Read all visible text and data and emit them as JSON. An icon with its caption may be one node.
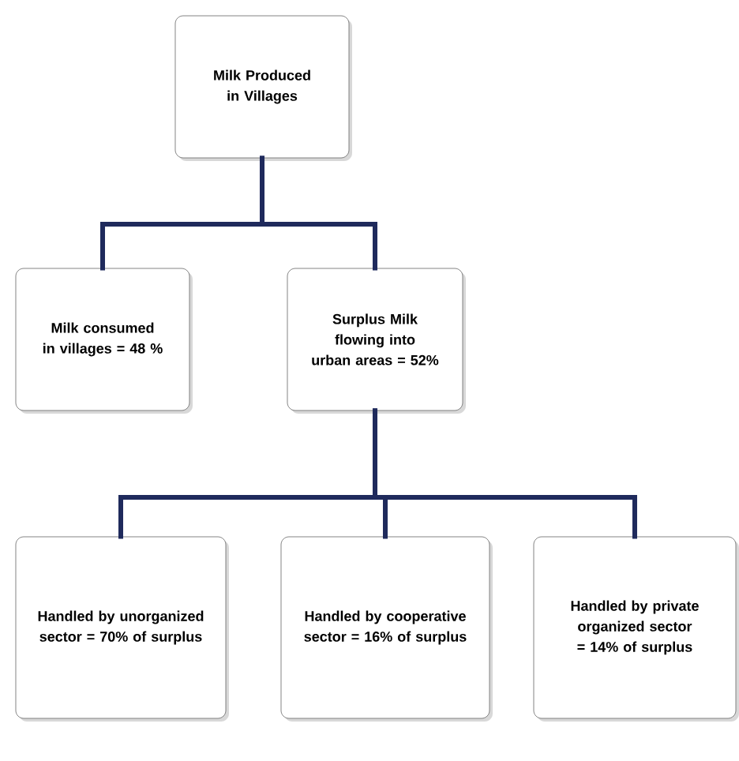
{
  "diagram": {
    "nodes": [
      {
        "text": [
          "Milk Produced in Villages"
        ]
      },
      {
        "text": [
          "Milk consumed in villages = 48 %"
        ]
      },
      {
        "text": [
          "Surplus Milk flowing into urban areas = 52%"
        ]
      },
      {
        "text": [
          "Handled by unorganized sector = 70% of surplus"
        ]
      },
      {
        "text": [
          "Handled by cooperative sector = 16% of surplus"
        ]
      },
      {
        "text": [
          "Handled by private organized sector = 14% of surplus"
        ]
      }
    ],
    "edges": [
      {
        "from": 0,
        "to": 1,
        "arrow": "none"
      },
      {
        "from": 0,
        "to": 2,
        "arrow": "none"
      },
      {
        "from": 2,
        "to": 3,
        "arrow": "none"
      },
      {
        "from": 2,
        "to": 4,
        "arrow": "none"
      },
      {
        "from": 2,
        "to": 5,
        "arrow": "none"
      }
    ]
  }
}
